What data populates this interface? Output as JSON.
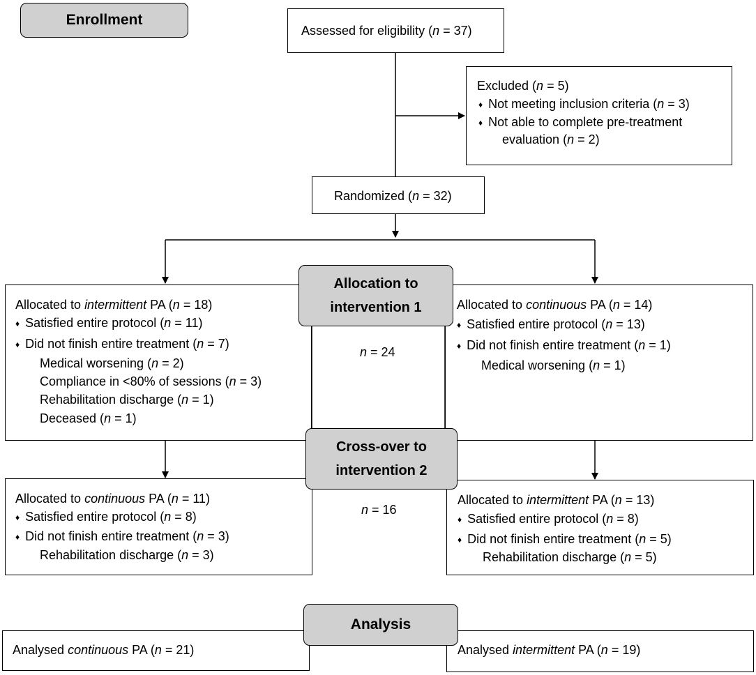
{
  "headers": {
    "enrollment": "Enrollment",
    "allocation_line1": "Allocation to",
    "allocation_line2": "intervention 1",
    "crossover_line1": "Cross-over to",
    "crossover_line2": "intervention 2",
    "analysis": "Analysis"
  },
  "assessed": {
    "prefix": "Assessed for eligibility (",
    "n": "n",
    "suffix": " = 37)"
  },
  "excluded": {
    "title_prefix": "Excluded (",
    "title_suffix": " = 5)",
    "item1_prefix": "Not meeting inclusion criteria (",
    "item1_suffix": " = 3)",
    "item2_line1": "Not able to complete pre-treatment",
    "item2_line2_prefix": "evaluation (",
    "item2_line2_suffix": " = 2)"
  },
  "randomized": {
    "prefix": "Randomized (",
    "suffix": " = 32)"
  },
  "phase1_left": {
    "title_a": "Allocated to ",
    "title_em": "intermittent",
    "title_b": " PA (",
    "title_c": " = 18)",
    "satisfied_prefix": "Satisfied entire protocol (",
    "satisfied_suffix": " = 11)",
    "notfinish_prefix": "Did not finish entire treatment (",
    "notfinish_suffix": " = 7)",
    "sub1_prefix": "Medical worsening (",
    "sub1_suffix": " = 2)",
    "sub2_prefix": "Compliance in <80% of sessions (",
    "sub2_suffix": " = 3)",
    "sub3_prefix": "Rehabilitation discharge (",
    "sub3_suffix": " = 1)",
    "sub4_prefix": "Deceased (",
    "sub4_suffix": " = 1)"
  },
  "phase1_right": {
    "title_a": "Allocated to ",
    "title_em": "continuous",
    "title_b": " PA (",
    "title_c": " = 14)",
    "satisfied_prefix": "Satisfied entire protocol (",
    "satisfied_suffix": " = 13)",
    "notfinish_prefix": "Did not finish entire treatment (",
    "notfinish_suffix": " = 1)",
    "sub1_prefix": "Medical worsening (",
    "sub1_suffix": " = 1)"
  },
  "phase1_center": {
    "n": "n",
    "suffix": " = 24"
  },
  "phase2_left": {
    "title_a": "Allocated to ",
    "title_em": "continuous",
    "title_b": " PA (",
    "title_c": " = 11)",
    "satisfied_prefix": "Satisfied entire protocol (",
    "satisfied_suffix": " = 8)",
    "notfinish_prefix": "Did not finish entire treatment (",
    "notfinish_suffix": " = 3)",
    "sub1_prefix": "Rehabilitation discharge (",
    "sub1_suffix": " = 3)"
  },
  "phase2_right": {
    "title_a": "Allocated to ",
    "title_em": "intermittent",
    "title_b": " PA (",
    "title_c": " = 13)",
    "satisfied_prefix": "Satisfied entire protocol (",
    "satisfied_suffix": " = 8)",
    "notfinish_prefix": "Did not finish entire treatment (",
    "notfinish_suffix": " = 5)",
    "sub1_prefix": "Rehabilitation discharge (",
    "sub1_suffix": " = 5)"
  },
  "phase2_center": {
    "n": "n",
    "suffix": " = 16"
  },
  "analysis_left": {
    "a": "Analysed ",
    "em": "continuous",
    "b": " PA (",
    "c": " = 21)"
  },
  "analysis_right": {
    "a": "Analysed ",
    "em": "intermittent",
    "b": " PA (",
    "c": " = 19)"
  },
  "symbols": {
    "n": "n",
    "bullet": "♦"
  },
  "colors": {
    "header_fill": "#d0d0d0",
    "line": "#000000"
  }
}
